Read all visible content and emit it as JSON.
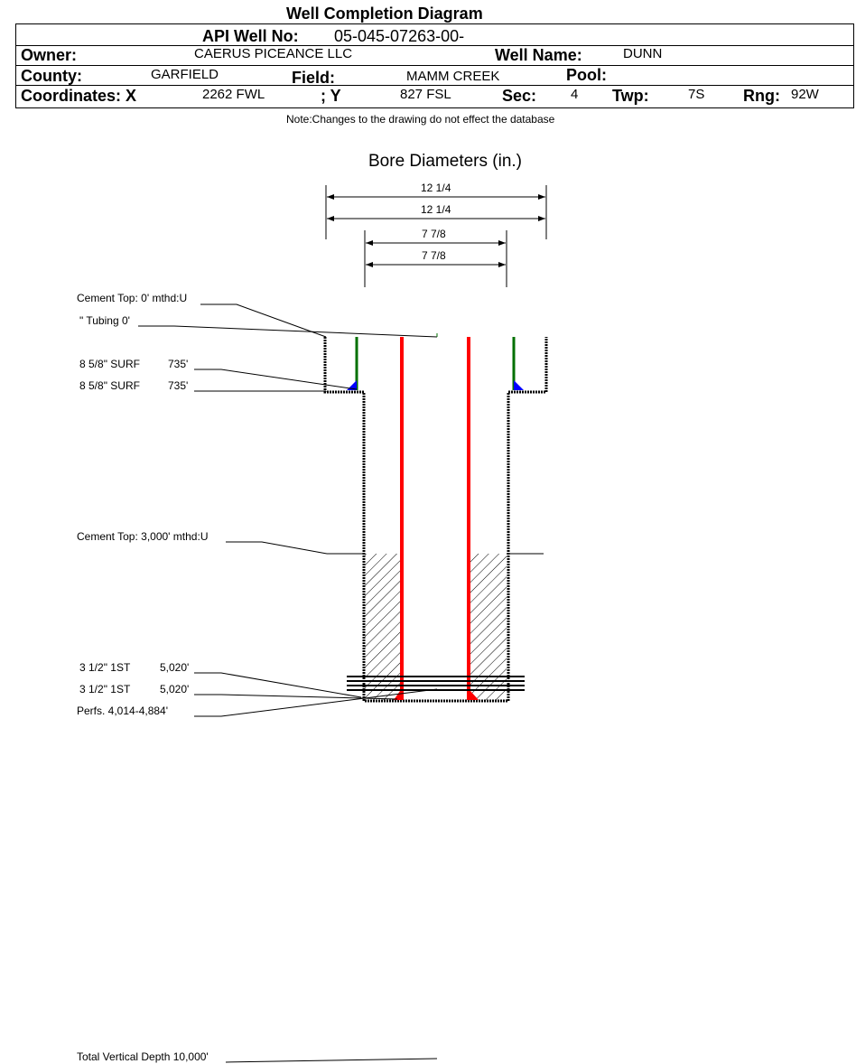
{
  "title": "Well Completion Diagram",
  "header": {
    "api_label": "API Well No:",
    "api_value": "05-045-07263-00-",
    "owner_label": "Owner:",
    "owner_value": "CAERUS PICEANCE LLC",
    "well_name_label": "Well Name:",
    "well_name_value": "DUNN",
    "county_label": "County:",
    "county_value": "GARFIELD",
    "field_label": "Field:",
    "field_value": "MAMM CREEK",
    "pool_label": "Pool:",
    "coord_x_label": "Coordinates: X",
    "coord_x_value": "2262 FWL",
    "coord_y_label": "; Y",
    "coord_y_value": "827 FSL",
    "sec_label": "Sec:",
    "sec_value": "4",
    "twp_label": "Twp:",
    "twp_value": "7S",
    "rng_label": "Rng:",
    "rng_value": "92W"
  },
  "note": "Note:Changes to the drawing do not effect the database",
  "bore": {
    "title": "Bore Diameters (in.)",
    "diameters": [
      "12 1/4",
      "12 1/4",
      "7 7/8",
      "7 7/8"
    ]
  },
  "labels": {
    "cement_top_0": "Cement Top: 0' mthd:U",
    "tubing": "\" Tubing 0'",
    "surf1_name": "8 5/8\" SURF",
    "surf1_depth": "735'",
    "surf2_name": "8 5/8\" SURF",
    "surf2_depth": "735'",
    "cement_top_3000": "Cement Top: 3,000' mthd:U",
    "prod1_name": "3 1/2\" 1ST",
    "prod1_depth": "5,020'",
    "prod2_name": "3 1/2\" 1ST",
    "prod2_depth": "5,020'",
    "perfs": "Perfs. 4,014-4,884'",
    "tvd": "Total Vertical Depth 10,000'"
  },
  "colors": {
    "tubing": "#ff0000",
    "surface_casing": "#007000",
    "cement": "#0000ff"
  }
}
